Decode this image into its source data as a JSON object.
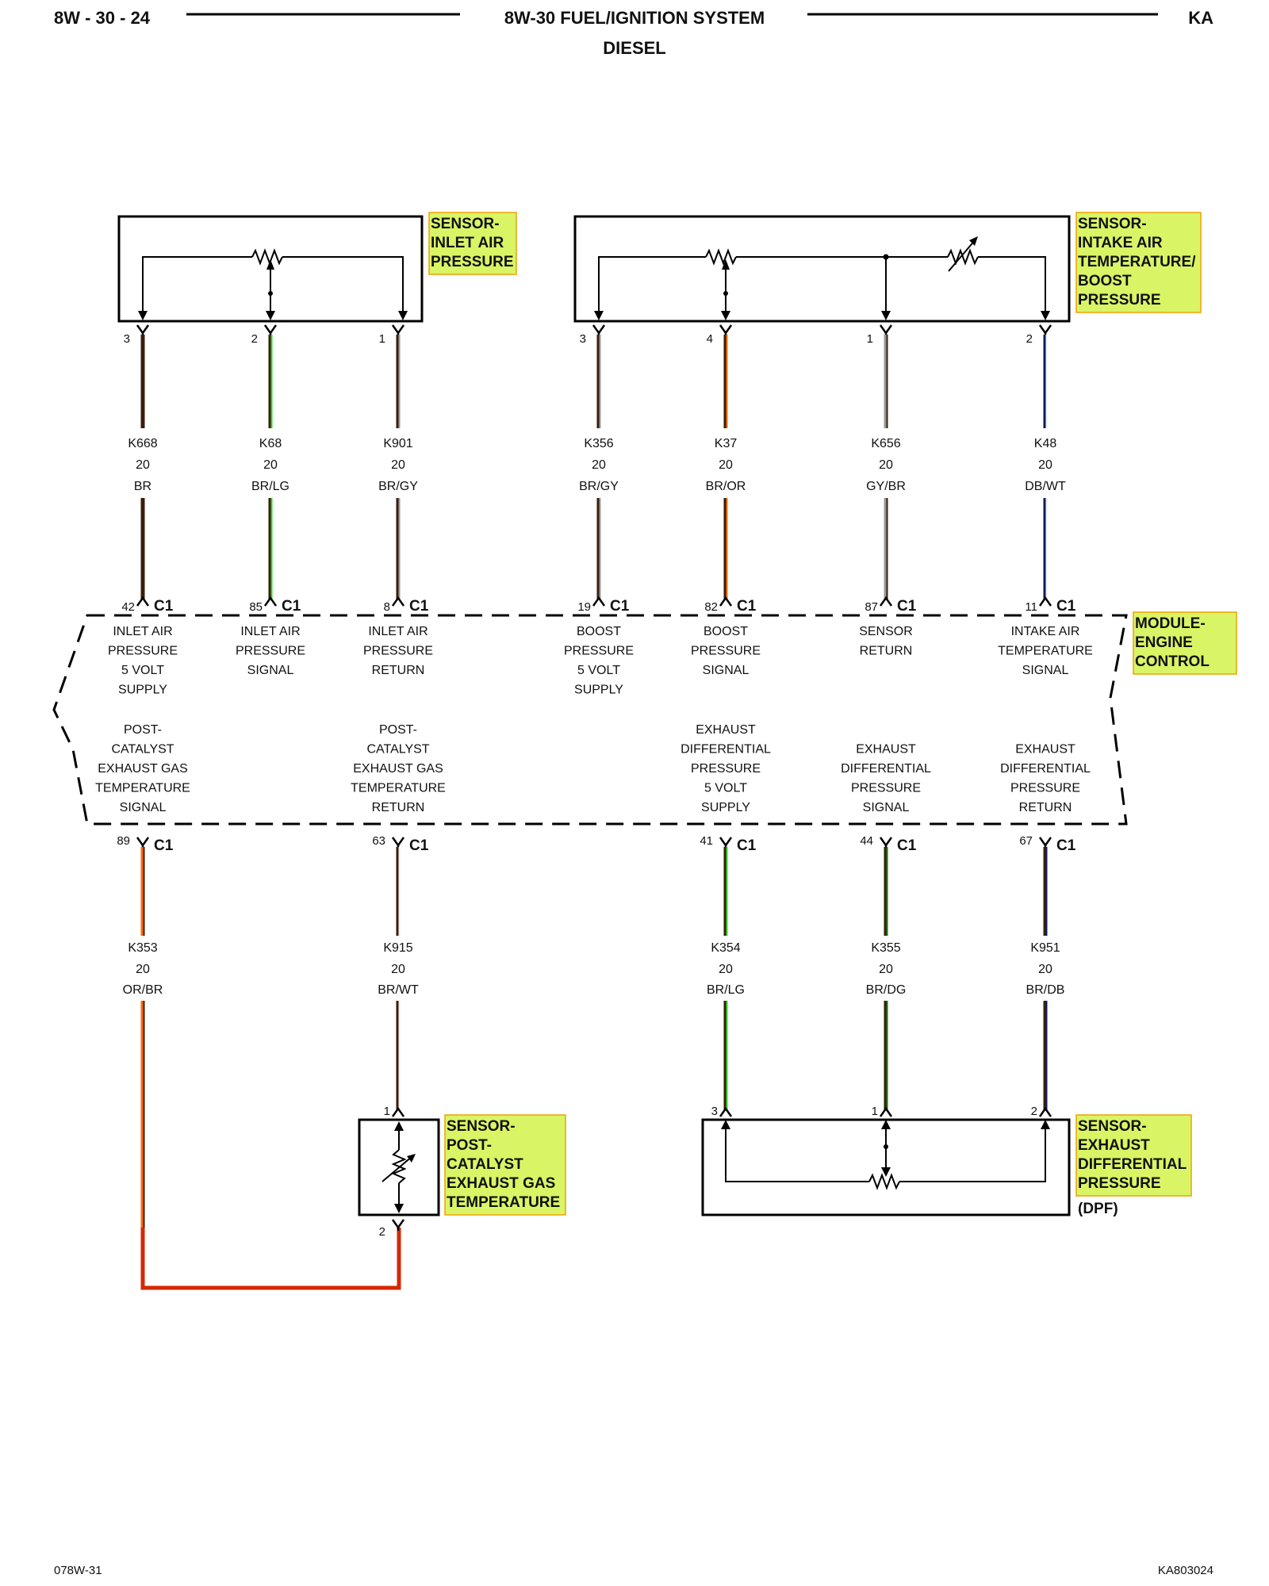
{
  "header": {
    "left": "8W - 30 - 24",
    "title": "8W-30 FUEL/IGNITION SYSTEM",
    "subtitle": "DIESEL",
    "right": "KA"
  },
  "footer": {
    "left": "078W-31",
    "right": "KA803024"
  },
  "connector_label": "C1",
  "module": {
    "label": [
      "MODULE-",
      "ENGINE",
      "CONTROL"
    ]
  },
  "sensors": {
    "inlet": {
      "label": [
        "SENSOR-",
        "INLET AIR",
        "PRESSURE"
      ]
    },
    "intake": {
      "label": [
        "SENSOR-",
        "INTAKE AIR",
        "TEMPERATURE/",
        "BOOST",
        "PRESSURE"
      ]
    },
    "egt": {
      "label": [
        "SENSOR-",
        "POST-",
        "CATALYST",
        "EXHAUST GAS",
        "TEMPERATURE"
      ]
    },
    "diff": {
      "label": [
        "SENSOR-",
        "EXHAUST",
        "DIFFERENTIAL",
        "PRESSURE"
      ],
      "note": "(DPF)"
    }
  },
  "colors": {
    "BR": "#3a1e0a",
    "LG": "#22dd22",
    "GY": "#9a9a9a",
    "OR": "#ff6a00",
    "DB": "#0b1d5e",
    "WT": "#eeeeee",
    "DG": "#0c7a0c",
    "RED": "#d42800"
  },
  "top_circuits": [
    {
      "sensor_pin": "3",
      "circuit": "K668",
      "gauge": "20",
      "color": "BR",
      "ecm_pin": "42",
      "function": [
        "INLET AIR",
        "PRESSURE",
        "5 VOLT",
        "SUPPLY"
      ]
    },
    {
      "sensor_pin": "2",
      "circuit": "K68",
      "gauge": "20",
      "color": "BR/LG",
      "ecm_pin": "85",
      "function": [
        "INLET AIR",
        "PRESSURE",
        "SIGNAL"
      ]
    },
    {
      "sensor_pin": "1",
      "circuit": "K901",
      "gauge": "20",
      "color": "BR/GY",
      "ecm_pin": "8",
      "function": [
        "INLET AIR",
        "PRESSURE",
        "RETURN"
      ]
    },
    {
      "sensor_pin": "3",
      "circuit": "K356",
      "gauge": "20",
      "color": "BR/GY",
      "ecm_pin": "19",
      "function": [
        "BOOST",
        "PRESSURE",
        "5 VOLT",
        "SUPPLY"
      ]
    },
    {
      "sensor_pin": "4",
      "circuit": "K37",
      "gauge": "20",
      "color": "BR/OR",
      "ecm_pin": "82",
      "function": [
        "BOOST",
        "PRESSURE",
        "SIGNAL"
      ]
    },
    {
      "sensor_pin": "1",
      "circuit": "K656",
      "gauge": "20",
      "color": "GY/BR",
      "ecm_pin": "87",
      "function": [
        "SENSOR",
        "RETURN"
      ]
    },
    {
      "sensor_pin": "2",
      "circuit": "K48",
      "gauge": "20",
      "color": "DB/WT",
      "ecm_pin": "11",
      "function": [
        "INTAKE AIR",
        "TEMPERATURE",
        "SIGNAL"
      ]
    }
  ],
  "bottom_circuits": [
    {
      "ecm_pin": "89",
      "circuit": "K353",
      "gauge": "20",
      "color": "OR/BR",
      "function": [
        "POST-",
        "CATALYST",
        "EXHAUST GAS",
        "TEMPERATURE",
        "SIGNAL"
      ],
      "sensor_pin": "2"
    },
    {
      "ecm_pin": "63",
      "circuit": "K915",
      "gauge": "20",
      "color": "BR/WT",
      "function": [
        "POST-",
        "CATALYST",
        "EXHAUST GAS",
        "TEMPERATURE",
        "RETURN"
      ],
      "sensor_pin": "1"
    },
    {
      "ecm_pin": "41",
      "circuit": "K354",
      "gauge": "20",
      "color": "BR/LG",
      "function": [
        "EXHAUST",
        "DIFFERENTIAL",
        "PRESSURE",
        "5 VOLT",
        "SUPPLY"
      ],
      "sensor_pin": "3"
    },
    {
      "ecm_pin": "44",
      "circuit": "K355",
      "gauge": "20",
      "color": "BR/DG",
      "function": [
        "EXHAUST",
        "DIFFERENTIAL",
        "PRESSURE",
        "SIGNAL"
      ],
      "sensor_pin": "1"
    },
    {
      "ecm_pin": "67",
      "circuit": "K951",
      "gauge": "20",
      "color": "BR/DB",
      "function": [
        "EXHAUST",
        "DIFFERENTIAL",
        "PRESSURE",
        "RETURN"
      ],
      "sensor_pin": "2"
    }
  ]
}
